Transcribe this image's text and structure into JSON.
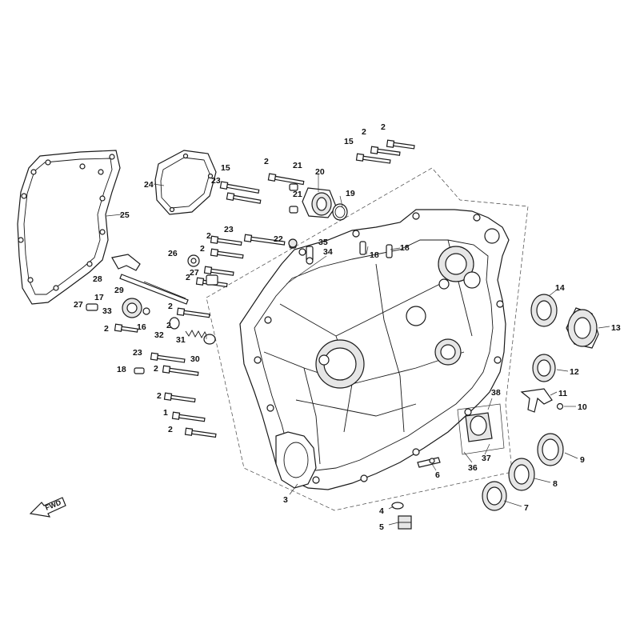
{
  "diagram": {
    "fwd_label": "FWD",
    "callouts": {
      "c1": "1",
      "c2": "2",
      "c3": "3",
      "c4": "4",
      "c5": "5",
      "c6": "6",
      "c7": "7",
      "c8": "8",
      "c9": "9",
      "c10": "10",
      "c11": "11",
      "c12": "12",
      "c13": "13",
      "c14": "14",
      "c15": "15",
      "c16": "16",
      "c17": "17",
      "c18": "18",
      "c19": "19",
      "c20": "20",
      "c21": "21",
      "c22": "22",
      "c23": "23",
      "c24": "24",
      "c25": "25",
      "c26": "26",
      "c27": "27",
      "c28": "28",
      "c29": "29",
      "c30": "30",
      "c31": "31",
      "c32": "32",
      "c33": "33",
      "c34": "34",
      "c35": "35",
      "c36": "36",
      "c37": "37",
      "c38": "38"
    }
  },
  "colors": {
    "line": "#1a1a1a",
    "fill": "#e6e6e6",
    "background": "#ffffff"
  },
  "icons": {
    "fwd": "fwd-arrow-icon"
  }
}
